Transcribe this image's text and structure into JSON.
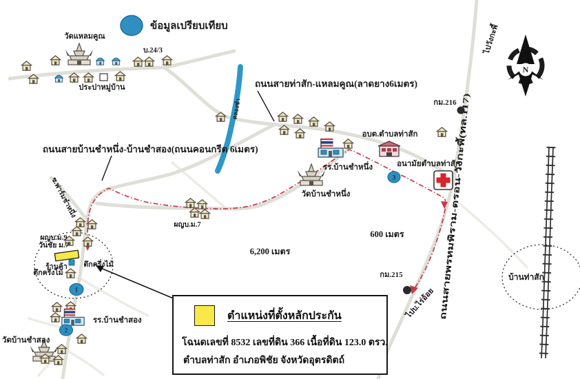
{
  "colors": {
    "road": "#dfdfd8",
    "canal": "#2f97c8",
    "route_red": "#c43b4c",
    "marker_yellow": "#f8e84a",
    "circle_blue": "#2e8fc0",
    "cross_red": "#d9232e",
    "ink": "#1a1a1a"
  },
  "legend": {
    "comparison_label": "ข้อมูลเปรียบเทียบ"
  },
  "labels": {
    "wat_laem_khun": "วัดแหลมคูณ",
    "house_no": "บ.24/3",
    "village_water": "ประปาหมู่บ้าน",
    "road_thasak_laemkhun": "ถนนสายท่าสัก-แหลมคูณ(ลาดยาง6เมตร)",
    "road_chamnueng_chamsong": "ถนนสายบ้านชำหนึ่ง-บ้านชำสอง(ถนนคอนกรีต 6เมตร)",
    "canal": "คลองชำ",
    "sao_thasak": "อบต.ตำบลท่าสัก",
    "school_chamnueng": "รร.บ้านชำหนึ่ง",
    "wat_chamnueng": "วัดบ้านชำหนึ่ง",
    "health_center": "อนามัยตำบลท่าสัก",
    "highway": "ถนนสายพรหมพิราม-ตรอน-วังกะพี้(ทล.117)",
    "to_wangkapi": "ไปวังกะพี้",
    "km216": "กม.216",
    "km215": "กม.215",
    "dist_600": "600 เมตร",
    "dist_6200": "6,200 เมตร",
    "to_rai_oi": "ไปบ.ไร่อ้อย",
    "ban_thasak": "บ้านท่าสัก",
    "headman_m7": "ผญบ.ม.7",
    "headman_m9": "ผญบ.ม.9",
    "headman_name": "วันชัย ม.7",
    "shop": "ร้านค้า",
    "half_timber_right": "ตึกครึ่งไม้",
    "half_timber_left": "ตึกครึ่งไม้",
    "soi_farm": "ซ.ฟาร์มชำหนึ่ง",
    "school_chamsong": "รร.บ้านชำสอง",
    "wat_chamsong": "วัดบ้านชำสอง",
    "compass_north": "N",
    "point1": "1",
    "point2": "2",
    "point3": "3"
  },
  "callout": {
    "title": "ตำแหน่งที่ตั้งหลักประกัน",
    "deed_line": "โฉนดเลขที่ 8532  เลขที่ดิน  366  เนื้อที่ดิน 123.0 ตรว.",
    "address_line": "ตำบลท่าสัก  อำเภอพิชัย  จังหวัดอุตรดิตถ์"
  }
}
